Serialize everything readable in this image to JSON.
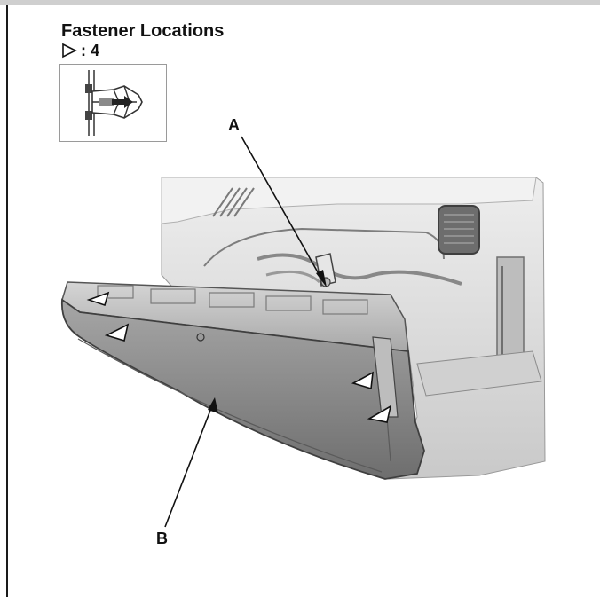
{
  "header": {
    "title": "Fastener Locations",
    "count_symbol_icon": "hollow-triangle-pointer-icon",
    "count_text": ": 4"
  },
  "inset": {
    "icon": "clip-fastener-icon"
  },
  "callouts": {
    "a_label": "A",
    "b_label": "B"
  },
  "markers": {
    "icon": "fastener-triangle-icon",
    "count": 4
  },
  "colors": {
    "ink": "#111111",
    "glove_box": "#8c8c8c",
    "dashboard": "#d8d8d8"
  }
}
